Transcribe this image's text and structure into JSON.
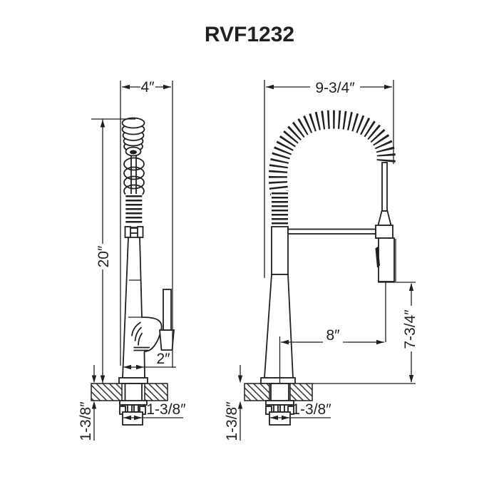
{
  "page": {
    "title": "RVF1232"
  },
  "colors": {
    "line_color": "#231f20",
    "background": "#ffffff"
  },
  "views": {
    "side": {
      "dimensions": {
        "top_width": "4″",
        "overall_height": "20″",
        "base_width": "2″",
        "counter_thickness": "1-3/8″",
        "shank_width": "1-3/8″"
      }
    },
    "front": {
      "dimensions": {
        "hose_width": "9-3/4″",
        "spout_reach": "8″",
        "spout_height": "7-3/4″",
        "counter_thickness": "1-3/8″",
        "shank_width": "1-3/8″"
      }
    }
  }
}
